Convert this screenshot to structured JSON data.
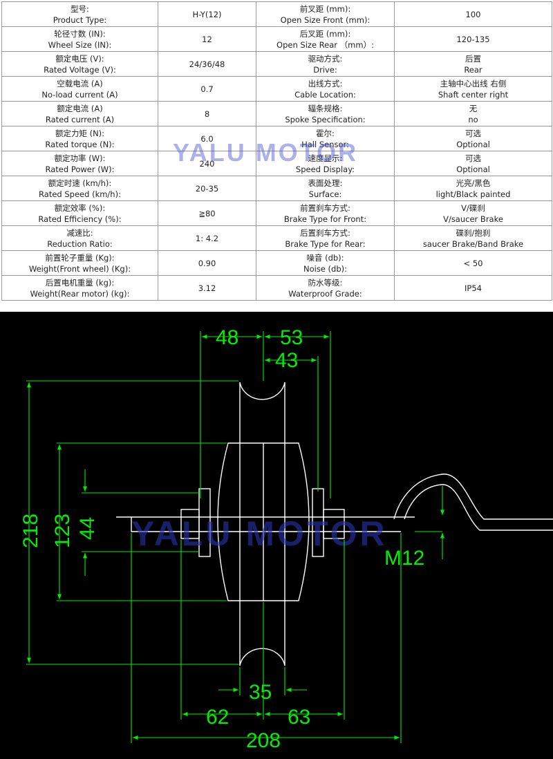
{
  "spec_rows": [
    {
      "left_cn": "型号:",
      "left_en": "Product Type:",
      "left_val": "H-Y(12)",
      "right_cn": "前叉距 (mm):",
      "right_en": "Open Size Front (mm):",
      "right_val": "100"
    },
    {
      "left_cn": "轮径寸数 (IN):",
      "left_en": "Wheel Size (IN):",
      "left_val": "12",
      "right_cn": "后叉距 (mm):",
      "right_en": "Open Size Rear （mm）:",
      "right_val": "120-135"
    },
    {
      "left_cn": "额定电压 (V):",
      "left_en": "Rated Voltage (V):",
      "left_val": "24/36/48",
      "right_cn": "驱动方式:",
      "right_en": "Drive:",
      "right_val_cn": "后置",
      "right_val": "Rear"
    },
    {
      "left_cn": "空载电流 (A)",
      "left_en": "No-load current (A)",
      "left_val": "0.7",
      "right_cn": "出线方式:",
      "right_en": "Cable Location:",
      "right_val_cn": "主轴中心出线 右侧",
      "right_val": "Shaft center right"
    },
    {
      "left_cn": "额定电流 (A)",
      "left_en": "Rated current (A)",
      "left_val": "8",
      "right_cn": "辐条规格:",
      "right_en": "Spoke Specification:",
      "right_val_cn": "无",
      "right_val": "no"
    },
    {
      "left_cn": "额定力矩 (N):",
      "left_en": "Rated torque (N):",
      "left_val": "6.0",
      "right_cn": "霍尔:",
      "right_en": "Hall Sensor:",
      "right_val_cn": "可选",
      "right_val": "Optional"
    },
    {
      "left_cn": "额定功率 (W):",
      "left_en": "Rated Power (W):",
      "left_val": "240",
      "right_cn": "速度显示:",
      "right_en": "Speed Display:",
      "right_val_cn": "可选",
      "right_val": "Optional"
    },
    {
      "left_cn": "额定时速 (km/h):",
      "left_en": "Rated Speed (km/h):",
      "left_val": "20-35",
      "right_cn": "表面处理:",
      "right_en": "Surface:",
      "right_val_cn": "光亮/黑色",
      "right_val": "light/Black painted"
    },
    {
      "left_cn": "额定效率 (%):",
      "left_en": "Rated Efficiency (%):",
      "left_val": "≧80",
      "right_cn": "前置刹车方式:",
      "right_en": "Brake Type for Front:",
      "right_val_cn": "V/碟刹",
      "right_val": "V/saucer Brake"
    },
    {
      "left_cn": "减速比:",
      "left_en": "Reduction Ratio:",
      "left_val": "1: 4.2",
      "right_cn": "后置刹车方式:",
      "right_en": "Brake Type for Rear:",
      "right_val_cn": "碟刹/抱刹",
      "right_val": "saucer Brake/Band Brake"
    },
    {
      "left_cn": "前置轮子重量 (Kg):",
      "left_en": "Weight(Front wheel) (Kg):",
      "left_val": "0.90",
      "right_cn": "噪音 (db):",
      "right_en": "Noise (db):",
      "right_val": "< 50"
    },
    {
      "left_cn": "后置电机重量 (kg):",
      "left_en": "Weight(Rear motor) (kg):",
      "left_val": "3.12",
      "right_cn": "防水等级:",
      "right_en": "Waterproof Grade:",
      "right_val": "IP54"
    }
  ],
  "watermark": "YALU MOTOR",
  "drawing": {
    "dims": {
      "d48": "48",
      "d53": "53",
      "d43": "43",
      "d218": "218",
      "d123": "123",
      "d44": "44",
      "d35": "35",
      "d62": "62",
      "d63": "63",
      "d208": "208",
      "m12": "M12"
    },
    "colors": {
      "background": "#000000",
      "line": "#ffffff",
      "dimension": "#00ee00"
    }
  }
}
